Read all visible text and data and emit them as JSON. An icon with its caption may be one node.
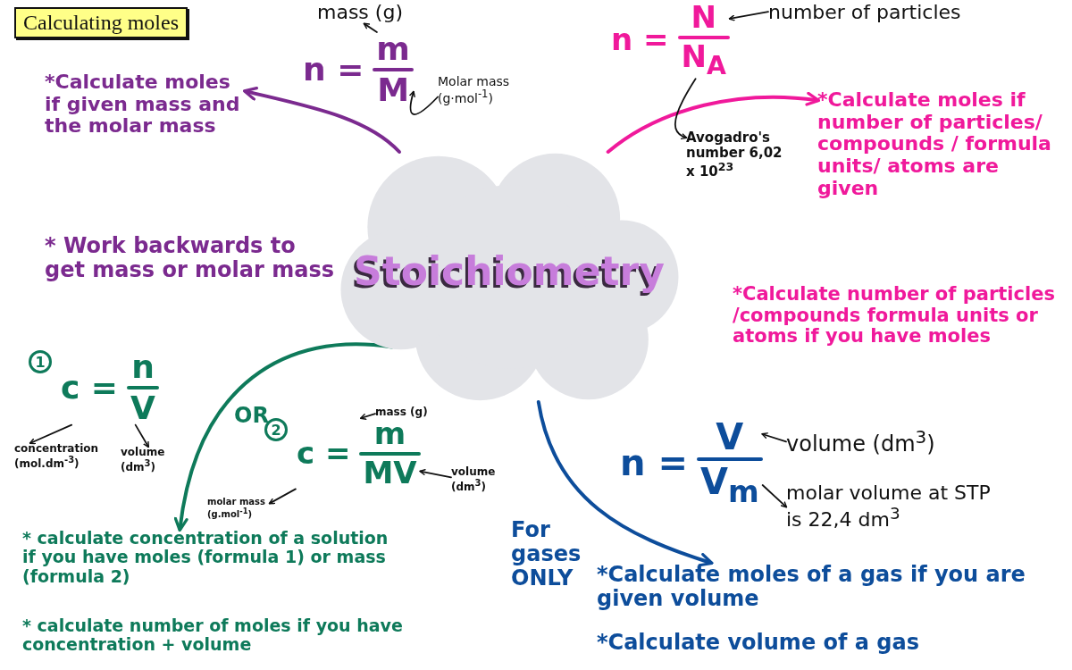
{
  "diagram": {
    "title": "Calculating moles",
    "nodes": [
      {
        "text": [
          "Stoichiometry"
        ]
      },
      {
        "text": [
          "n =",
          "m",
          "M"
        ]
      },
      {
        "text": [
          "mass (g)"
        ]
      },
      {
        "text": [
          "Molar mass (g·mol$^{-1}$)"
        ]
      },
      {
        "text": [
          "*Calculate moles if given mass and the molar mass"
        ]
      },
      {
        "text": [
          "n =",
          "N",
          "N$_{A}$"
        ]
      },
      {
        "text": [
          "number of particles"
        ]
      },
      {
        "text": [
          "Avogadro's number 6,02 x 10$^{23}$"
        ]
      },
      {
        "text": [
          "*Calculate moles if number of particles/ compounds / formula units/ atoms are given"
        ]
      },
      {
        "text": [
          "1",
          "c =",
          "n",
          "V"
        ]
      },
      {
        "text": [
          "concentration (mol.dm$^{-3}$)"
        ]
      },
      {
        "text": [
          "volume (dm$^{3}$)"
        ]
      },
      {
        "text": [
          "2",
          "c =",
          "m",
          "MV"
        ]
      },
      {
        "text": [
          "mass (g)"
        ]
      },
      {
        "text": [
          "molar mass (g.mol$^{-1}$)"
        ]
      },
      {
        "text": [
          "volume (dm$^{3}$)"
        ]
      },
      {
        "text": [
          "* calculate concentration of a solution if you have moles (formula 1) or mass (formula 2)"
        ]
      },
      {
        "text": [
          "n =",
          "V",
          "V$_{m}$"
        ]
      },
      {
        "text": [
          "volume (dm$^{3}$)"
        ]
      },
      {
        "text": [
          "molar volume at STP is 22,4 dm$^{3}$"
        ]
      },
      {
        "text": [
          "*Calculate moles of a gas if you are given volume"
        ]
      }
    ],
    "edges": [
      {
        "from": 0,
        "to": 4,
        "arrow": "to",
        "style": "thick",
        "color": "#7b2a8f"
      },
      {
        "from": 1,
        "to": 2,
        "arrow": "to"
      },
      {
        "from": 3,
        "to": 1,
        "arrow": "to"
      },
      {
        "from": 0,
        "to": 8,
        "arrow": "to",
        "style": "thick",
        "color": "#f0199b"
      },
      {
        "from": 6,
        "to": 5,
        "arrow": "to"
      },
      {
        "from": 5,
        "to": 7,
        "arrow": "to"
      },
      {
        "from": 0,
        "to": 16,
        "arrow": "to",
        "style": "thick",
        "color": "#0e7a5a"
      },
      {
        "from": 9,
        "to": 10,
        "arrow": "to"
      },
      {
        "from": 9,
        "to": 11,
        "arrow": "to"
      },
      {
        "from": 13,
        "to": 12,
        "arrow": "to"
      },
      {
        "from": 12,
        "to": 14,
        "arrow": "to"
      },
      {
        "from": 15,
        "to": 12,
        "arrow": "to"
      },
      {
        "from": 0,
        "to": 20,
        "arrow": "to",
        "style": "thick",
        "color": "#0d4d9b"
      },
      {
        "from": 18,
        "to": 17,
        "arrow": "to"
      },
      {
        "from": 17,
        "to": 19,
        "arrow": "to"
      }
    ],
    "labels": [
      "* Work backwards to get mass or molar mass",
      "*Calculate number of particles /compounds formula units or atoms if you have moles",
      "OR",
      "* calculate number of moles if you have concentration + volume",
      "For gases ONLY",
      "*Calculate volume of a gas"
    ]
  }
}
